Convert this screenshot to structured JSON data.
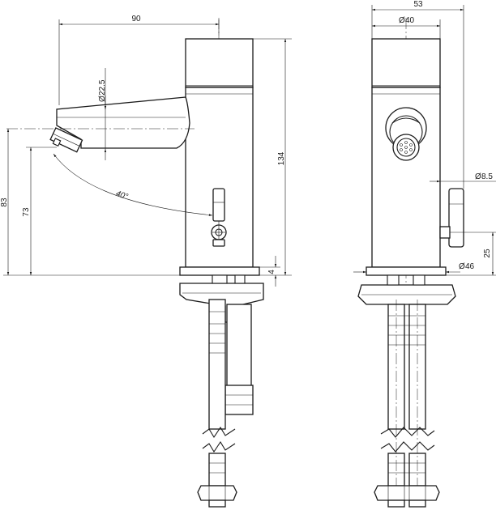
{
  "side_view": {
    "dims": {
      "width": "90",
      "diameter_spout": "22.5",
      "height_total": "134",
      "height_outlet": "83",
      "height_aerator": "73",
      "angle": "40°",
      "base_thickness": "4"
    }
  },
  "front_view": {
    "dims": {
      "width": "53",
      "diameter_body": "40",
      "diameter_lever": "8.5",
      "lever_height": "25",
      "diameter_base": "46"
    }
  },
  "symbols": {
    "diameter": "Ø"
  },
  "colors": {
    "line": "#1a1a1a",
    "background": "#ffffff"
  }
}
